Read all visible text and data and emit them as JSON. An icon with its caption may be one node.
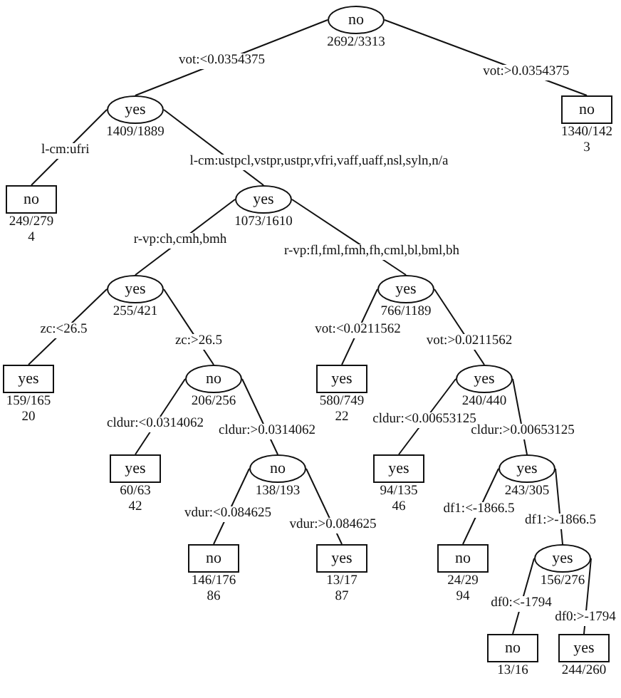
{
  "diagram": {
    "nodes": [
      {
        "text": [
          "no"
        ],
        "beside": [
          "2692/3313"
        ]
      },
      {
        "text": [
          "yes"
        ],
        "beside": [
          "1409/1889"
        ]
      },
      {
        "text": [
          "no"
        ],
        "beside": [
          "249/279",
          "4"
        ]
      },
      {
        "text": [
          "yes"
        ],
        "beside": [
          "1073/1610"
        ]
      },
      {
        "text": [
          "no"
        ],
        "beside": [
          "1340/142",
          "3"
        ]
      },
      {
        "text": [
          "yes"
        ],
        "beside": [
          "255/421"
        ]
      },
      {
        "text": [
          "yes"
        ],
        "beside": [
          "159/165",
          "20"
        ]
      },
      {
        "text": [
          "no"
        ],
        "beside": [
          "206/256"
        ]
      },
      {
        "text": [
          "yes"
        ],
        "beside": [
          "60/63",
          "42"
        ]
      },
      {
        "text": [
          "no"
        ],
        "beside": [
          "138/193"
        ]
      },
      {
        "text": [
          "no"
        ],
        "beside": [
          "146/176",
          "86"
        ]
      },
      {
        "text": [
          "yes"
        ],
        "beside": [
          "13/17",
          "87"
        ]
      },
      {
        "text": [
          "yes"
        ],
        "beside": [
          "766/1189"
        ]
      },
      {
        "text": [
          "yes"
        ],
        "beside": [
          "580/749",
          "22"
        ]
      },
      {
        "text": [
          "yes"
        ],
        "beside": [
          "240/440"
        ]
      },
      {
        "text": [
          "yes"
        ],
        "beside": [
          "94/135",
          "46"
        ]
      },
      {
        "text": [
          "yes"
        ],
        "beside": [
          "243/305"
        ]
      },
      {
        "text": [
          "no"
        ],
        "beside": [
          "24/29",
          "94"
        ]
      },
      {
        "text": [
          "yes"
        ],
        "beside": [
          "156/276"
        ]
      },
      {
        "text": [
          "no"
        ],
        "beside": [
          "13/16"
        ]
      },
      {
        "text": [
          "yes"
        ],
        "beside": [
          "244/260"
        ]
      }
    ],
    "edges": [
      {
        "from": 0,
        "to": 1,
        "arrow": "none",
        "label": "vot:<0.0354375"
      },
      {
        "from": 0,
        "to": 4,
        "arrow": "none",
        "label": "vot:>0.0354375"
      },
      {
        "from": 1,
        "to": 2,
        "arrow": "none",
        "label": "l-cm:ufri"
      },
      {
        "from": 1,
        "to": 3,
        "arrow": "none",
        "label": "l-cm:ustpcl,vstpr,ustpr,vfri,vaff,uaff,nsl,syln,n/a"
      },
      {
        "from": 3,
        "to": 5,
        "arrow": "none",
        "label": "r-vp:ch,cmh,bmh"
      },
      {
        "from": 3,
        "to": 12,
        "arrow": "none",
        "label": "r-vp:fl,fml,fmh,fh,cml,bl,bml,bh"
      },
      {
        "from": 5,
        "to": 6,
        "arrow": "none",
        "label": "zc:<26.5"
      },
      {
        "from": 5,
        "to": 7,
        "arrow": "none",
        "label": "zc:>26.5"
      },
      {
        "from": 7,
        "to": 8,
        "arrow": "none",
        "label": "cldur:<0.0314062"
      },
      {
        "from": 7,
        "to": 9,
        "arrow": "none",
        "label": "cldur:>0.0314062"
      },
      {
        "from": 9,
        "to": 10,
        "arrow": "none",
        "label": "vdur:<0.084625"
      },
      {
        "from": 9,
        "to": 11,
        "arrow": "none",
        "label": "vdur:>0.084625"
      },
      {
        "from": 12,
        "to": 13,
        "arrow": "none",
        "label": "vot:<0.0211562"
      },
      {
        "from": 12,
        "to": 14,
        "arrow": "none",
        "label": "vot:>0.0211562"
      },
      {
        "from": 14,
        "to": 15,
        "arrow": "none",
        "label": "cldur:<0.00653125"
      },
      {
        "from": 14,
        "to": 16,
        "arrow": "none",
        "label": "cldur:>0.00653125"
      },
      {
        "from": 16,
        "to": 17,
        "arrow": "none",
        "label": "df1:<-1866.5"
      },
      {
        "from": 16,
        "to": 18,
        "arrow": "none",
        "label": "df1:>-1866.5"
      },
      {
        "from": 18,
        "to": 19,
        "arrow": "none",
        "label": "df0:<-1794"
      },
      {
        "from": 18,
        "to": 20,
        "arrow": "none",
        "label": "df0:>-1794"
      }
    ]
  }
}
